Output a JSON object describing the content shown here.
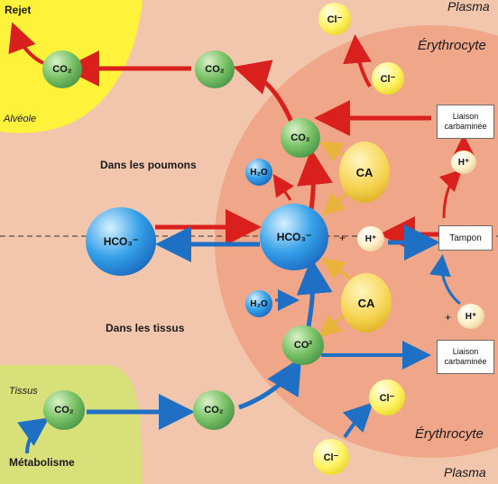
{
  "labels": {
    "plasma_top": "Plasma",
    "plasma_bottom": "Plasma",
    "erythrocyte_top": "Érythrocyte",
    "erythrocyte_bottom": "Érythrocyte",
    "rejet": "Rejet",
    "alveole": "Alvéole",
    "tissus": "Tissus",
    "metabolisme": "Métabolisme",
    "dans_les_poumons": "Dans les poumons",
    "dans_les_tissus": "Dans les tissus",
    "plus_top": "+",
    "plus_bottom": "+"
  },
  "molecules": {
    "cl_top_1": "Cl⁻",
    "cl_top_2": "Cl⁻",
    "cl_bottom_1": "Cl⁻",
    "cl_bottom_2": "Cl⁻",
    "co2_alveole": "CO₂",
    "co2_lung_plasma": "CO₂",
    "co2_lung_cell": "CO₂",
    "h2o_lung": "H₂O",
    "hco3_plasma": "HCO₃⁻",
    "hco3_cell": "HCO₃⁻",
    "h2o_tissue": "H₂O",
    "co2_tissue_cell": "CO²",
    "co2_tissue_plasma": "CO₂",
    "co2_tissue_origin": "CO₂",
    "h_center": "H⁺",
    "h_top_right": "H⁺",
    "h_bottom_right": "H⁺",
    "ca_top": "CA",
    "ca_bottom": "CA"
  },
  "boxes": {
    "liaison_top": "Liaison carbaminée",
    "tampon": "Tampon",
    "liaison_bottom": "Liaison carbaminée"
  },
  "colors": {
    "background": "#f2c6ad",
    "cell": "#f0a688",
    "alveole": "#fff23a",
    "tissus": "#d8e07a",
    "red_arrow": "#d9201c",
    "blue_arrow": "#1f6fc4",
    "ochre_arrow": "#e8b43a"
  }
}
